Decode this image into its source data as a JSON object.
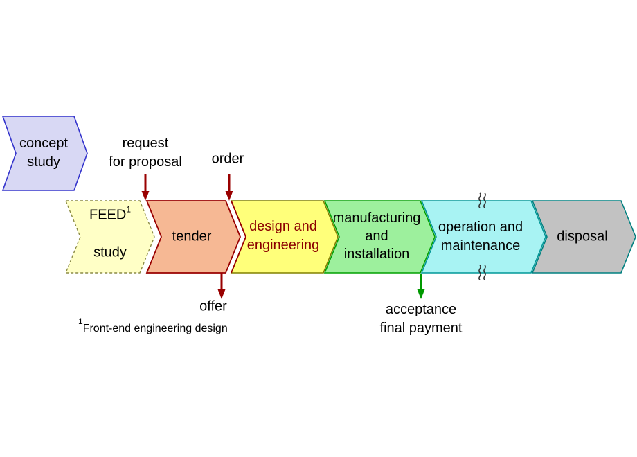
{
  "diagram": {
    "background": "#ffffff",
    "text_color": "#000000",
    "phases": [
      {
        "name": "concept study",
        "label": "concept\nstudy",
        "fill": "#d8d8f4",
        "border": "#3333cc"
      },
      {
        "name": "FEED study",
        "label_main": "FEED",
        "label_sup": "1",
        "label_line2": "study",
        "fill": "#ffffc6",
        "border": "#8c8c46",
        "border_style": "dashed"
      },
      {
        "name": "tender",
        "label": "tender",
        "fill": "#f6b894",
        "border": "#990000"
      },
      {
        "name": "design and engineering",
        "label": "design and\nengineering",
        "fill": "#ffff7a",
        "border": "#808000",
        "notch_border": "#990000",
        "text_color": "#8b0000"
      },
      {
        "name": "manufacturing and installation",
        "label": "manufacturing\nand\ninstallation",
        "fill": "#9df09d",
        "border": "#00a000"
      },
      {
        "name": "operation and maintenance",
        "label": "operation and\nmaintenance",
        "fill": "#a8f3f3",
        "border": "#009898",
        "has_break_marks": true
      },
      {
        "name": "disposal",
        "label": "disposal",
        "fill": "#c2c2c2",
        "border": "#008080"
      }
    ],
    "annotations": {
      "request_for_proposal": {
        "label": "request\nfor proposal",
        "arrow_color": "#990000"
      },
      "order": {
        "label": "order",
        "arrow_color": "#990000"
      },
      "offer": {
        "label": "offer",
        "arrow_color": "#990000"
      },
      "acceptance": {
        "label": "acceptance\nfinal payment",
        "arrow_color": "#009900"
      }
    },
    "footnote": {
      "sup": "1",
      "text": "Front-end engineering design"
    },
    "break_mark_color": "#303030"
  }
}
